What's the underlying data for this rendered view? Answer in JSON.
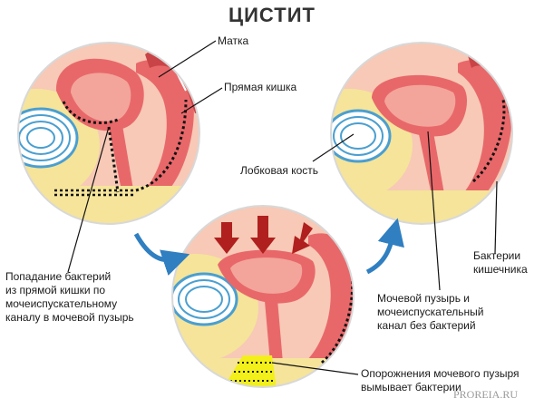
{
  "title": "ЦИСТИТ",
  "labels": {
    "uterus": "Матка",
    "rectum": "Прямая кишка",
    "pubic_bone": "Лобковая кость",
    "bacteria_entry_line1": "Попадание бактерий",
    "bacteria_entry_line2": "из прямой кишки по",
    "bacteria_entry_line3": "мочеиспускательному",
    "bacteria_entry_line4": "каналу в мочевой пузырь",
    "bladder_clean_line1": "Мочевой пузырь и",
    "bladder_clean_line2": "мочеиспускательный",
    "bladder_clean_line3": "канал без бактерий",
    "intestinal_bacteria_line1": "Бактерии",
    "intestinal_bacteria_line2": "кишечника",
    "emptying_line1": "Опорожнения мочевого пузыря",
    "emptying_line2": "вымывает бактерии"
  },
  "watermark": "PROREIA.RU",
  "colors": {
    "skin": "#f7c9b6",
    "tissue": "#e8686a",
    "tissue_dark": "#c94446",
    "bladder_inner": "#f3a59b",
    "fat": "#f5e49a",
    "bone": "#bfe0f0",
    "bone_ring": "#4a9fd0",
    "arrow_blue": "#2f7fc1",
    "arrow_red": "#b0201e",
    "urine": "#f2ef1a"
  },
  "icons": {
    "flow_arrows": "curved-arrow-icon",
    "pressure_arrows": "down-arrow-icon"
  }
}
